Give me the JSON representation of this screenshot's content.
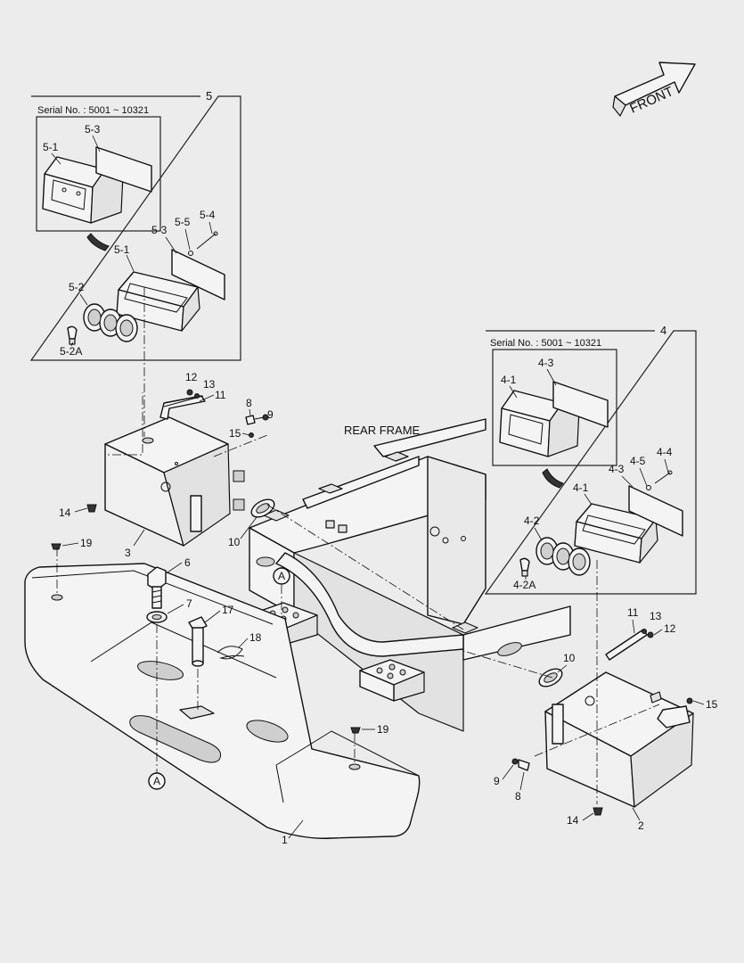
{
  "title": "",
  "front_label": "FRONT",
  "rear_frame_label": "REAR FRAME",
  "detail_5": {
    "callout": "5",
    "inset_serial": "Serial No. : 5001 ~ 10321",
    "inset_labels": [
      "5-1",
      "5-3"
    ],
    "labels": [
      "5-1",
      "5-2",
      "5-2A",
      "5-3",
      "5-4",
      "5-5"
    ]
  },
  "detail_4": {
    "callout": "4",
    "inset_serial": "Serial No. : 5001 ~ 10321",
    "inset_labels": [
      "4-1",
      "4-3"
    ],
    "labels": [
      "4-1",
      "4-2",
      "4-2A",
      "4-3",
      "4-4",
      "4-5"
    ]
  },
  "section_marker": "A",
  "part_numbers": {
    "counterweight": "1",
    "right_box": "2",
    "left_box": "3",
    "bolt": "6",
    "washer": "7",
    "screw_left": "8",
    "nut_left": "9",
    "grommet_left": "10",
    "handle_left": "11",
    "clip_left": "12",
    "screw_small_left": "13",
    "drain_left": "14",
    "screw15_left": "15",
    "lift_pin": "17",
    "spring_clip": "18",
    "cap_left": "19",
    "cap_right": "19",
    "grommet_right": "10",
    "handle_right": "11",
    "clip_right": "12",
    "screw_small_right": "13",
    "drain_right": "14",
    "screw15_right": "15",
    "nut_right": "9",
    "screw_right": "8"
  }
}
